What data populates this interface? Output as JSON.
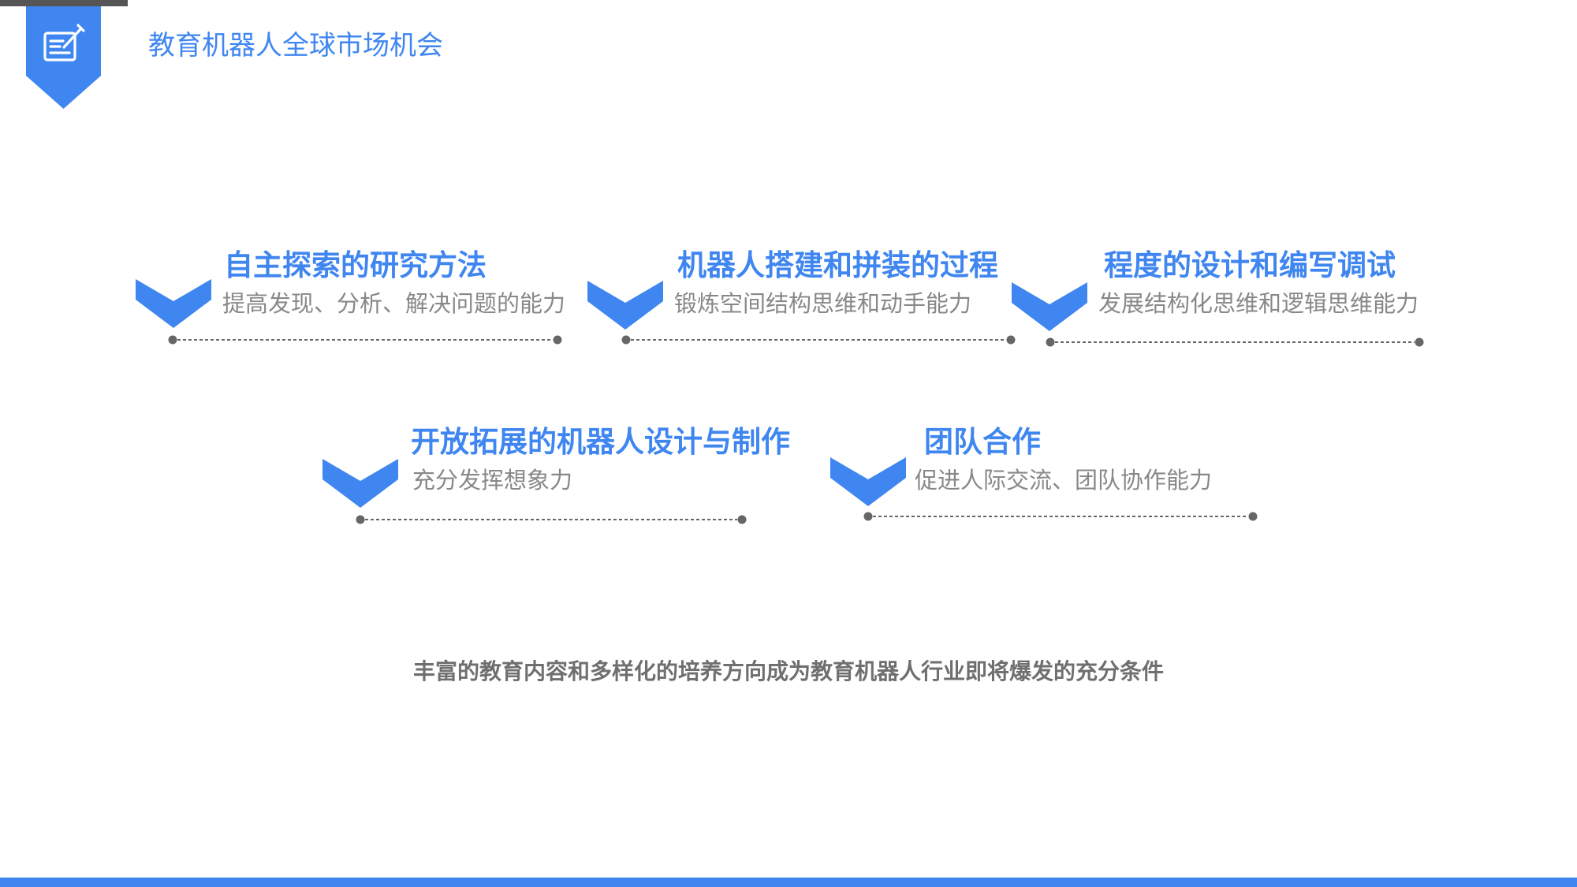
{
  "header": {
    "title": "教育机器人全球市场机会",
    "icon": "edit-document-icon"
  },
  "items": [
    {
      "title": "自主探索的研究方法",
      "desc": "提高发现、分析、解决问题的能力"
    },
    {
      "title": "机器人搭建和拼装的过程",
      "desc": "锻炼空间结构思维和动手能力"
    },
    {
      "title": "程度的设计和编写调试",
      "desc": "发展结构化思维和逻辑思维能力"
    },
    {
      "title": "开放拓展的机器人设计与制作",
      "desc": "充分发挥想象力"
    },
    {
      "title": "团队合作",
      "desc": "促进人际交流、团队协作能力"
    }
  ],
  "conclusion": "丰富的教育内容和多样化的培养方向成为教育机器人行业即将爆发的充分条件",
  "colors": {
    "accent": "#3f86f0",
    "title_text": "#3f86f0",
    "desc_text": "#888888",
    "connector": "#666666",
    "conclusion_text": "#6f6f6f"
  }
}
